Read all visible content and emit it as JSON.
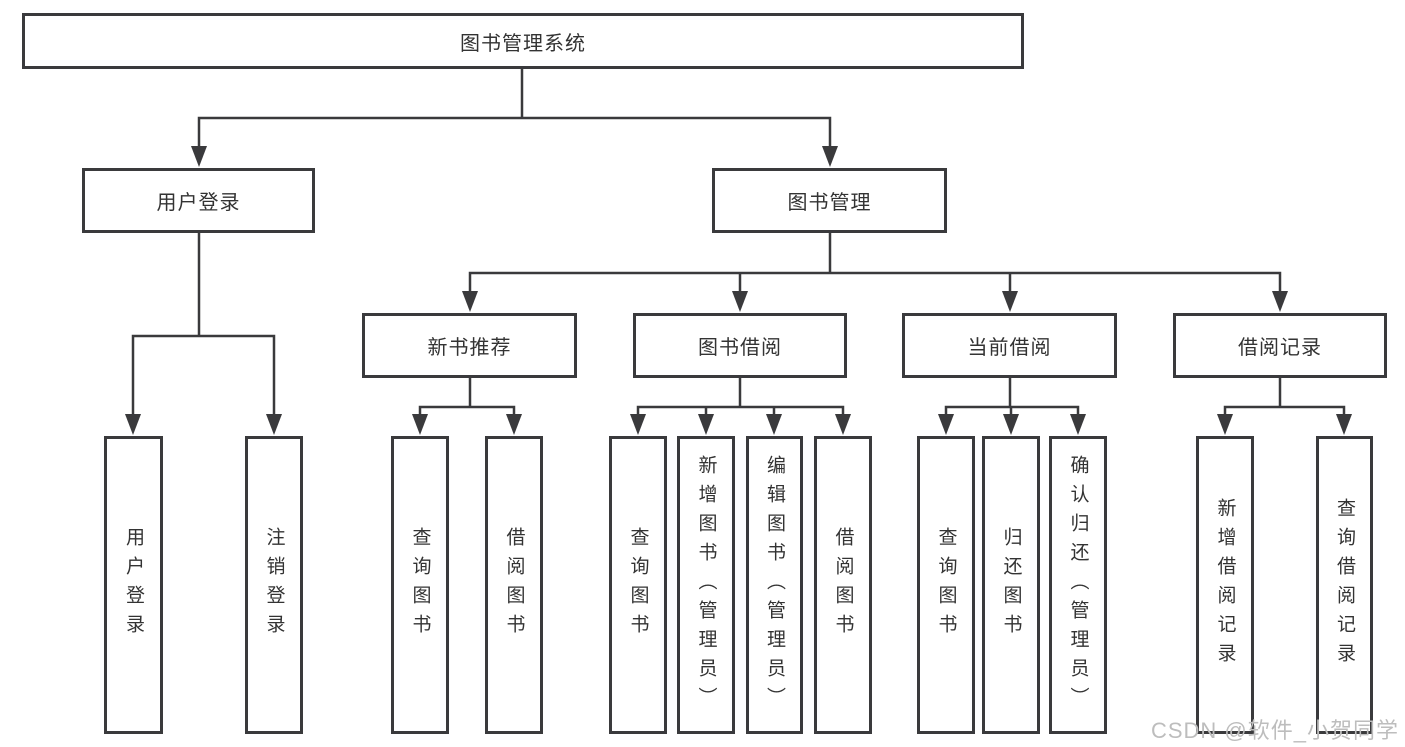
{
  "page": {
    "watermark": "CSDN @软件_小贺同学",
    "background_color": "#ffffff"
  },
  "colors": {
    "line": "#3a3a3c",
    "box_border": "#3a3a3c",
    "text": "#333333",
    "watermark": "#bdbdbd"
  },
  "chart_type": "hierarchy-diagram",
  "tree": {
    "root": {
      "label": "图书管理系统",
      "children": [
        {
          "label": "用户登录",
          "children": [
            {
              "label": "用户登录"
            },
            {
              "label": "注销登录"
            }
          ]
        },
        {
          "label": "图书管理",
          "children": [
            {
              "label": "新书推荐",
              "children": [
                {
                  "label": "查询图书"
                },
                {
                  "label": "借阅图书"
                }
              ]
            },
            {
              "label": "图书借阅",
              "children": [
                {
                  "label": "查询图书"
                },
                {
                  "label": "新增图书（管理员）"
                },
                {
                  "label": "编辑图书（管理员）"
                },
                {
                  "label": "借阅图书"
                }
              ]
            },
            {
              "label": "当前借阅",
              "children": [
                {
                  "label": "查询图书"
                },
                {
                  "label": "归还图书"
                },
                {
                  "label": "确认归还（管理员）"
                }
              ]
            },
            {
              "label": "借阅记录",
              "children": [
                {
                  "label": "新增借阅记录"
                },
                {
                  "label": "查询借阅记录"
                }
              ]
            }
          ]
        }
      ]
    }
  }
}
